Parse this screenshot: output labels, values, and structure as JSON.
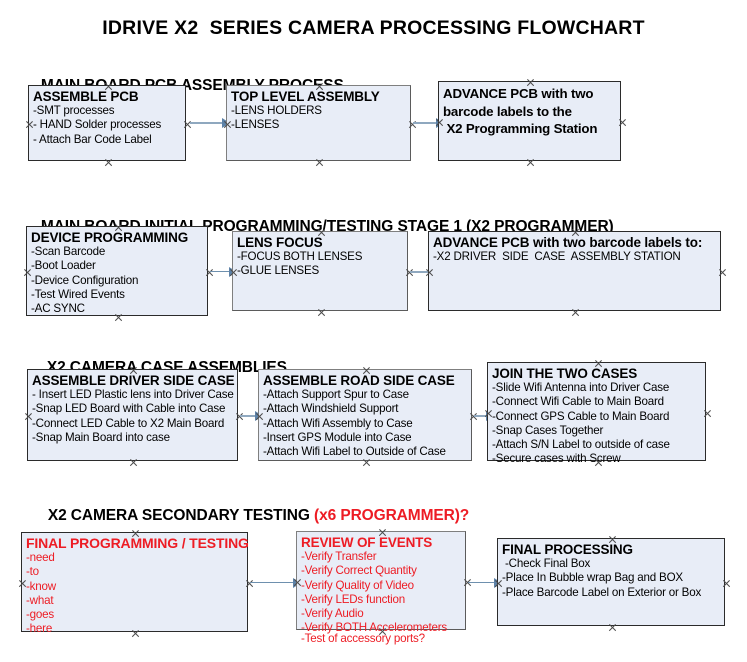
{
  "document": {
    "title": "IDRIVE X2  SERIES CAMERA PROCESSING FLOWCHART"
  },
  "colors": {
    "box_fill": "#e8edf7",
    "box_border": "#2b2b2b",
    "accent_red": "#ed1c24",
    "arrow": "#8fa8bf",
    "arrow_head": "#5d82a8",
    "text": "#000000"
  },
  "sections": [
    {
      "id": "main-board-pcb-assembly",
      "heading": "MAIN BOARD PCB ASSEMBLY PROCESS",
      "heading_accent": "",
      "boxes": [
        {
          "id": "assemble-pcb",
          "title": "ASSEMBLE PCB",
          "lines": [
            "-SMT processes",
            "- HAND Solder processes",
            "- Attach Bar Code Label"
          ]
        },
        {
          "id": "top-level-assembly",
          "title": "TOP LEVEL ASSEMBLY",
          "lines": [
            "-LENS HOLDERS",
            "-LENSES"
          ]
        },
        {
          "id": "advance-pcb-to-x2-programming-station",
          "title": "ADVANCE PCB with two",
          "lines": [
            "barcode labels to the",
            " X2 Programming Station"
          ]
        }
      ]
    },
    {
      "id": "main-board-initial-programming",
      "heading": "MAIN BOARD INITIAL PROGRAMMING/TESTING STAGE 1 (X2 PROGRAMMER)",
      "heading_accent": "",
      "boxes": [
        {
          "id": "device-programming",
          "title": "DEVICE PROGRAMMING",
          "lines": [
            "-Scan Barcode",
            "-Boot Loader",
            "-Device Configuration",
            "-Test Wired Events",
            "-AC SYNC"
          ]
        },
        {
          "id": "lens-focus",
          "title": "LENS FOCUS",
          "lines": [
            "-FOCUS BOTH LENSES",
            "-GLUE LENSES"
          ]
        },
        {
          "id": "advance-pcb-to-driver-side-case-station",
          "title": "ADVANCE PCB with two barcode labels to:",
          "lines": [
            "-X2 DRIVER  SIDE  CASE  ASSEMBLY STATION"
          ]
        }
      ]
    },
    {
      "id": "x2-camera-case-assemblies",
      "heading": "X2 CAMERA CASE ASSEMBLIES",
      "heading_accent": "",
      "boxes": [
        {
          "id": "assemble-driver-side-case",
          "title": "ASSEMBLE DRIVER SIDE CASE",
          "lines": [
            "- Insert LED Plastic lens into Driver Case",
            "-Snap LED Board with Cable into Case",
            "-Connect LED Cable to X2 Main Board",
            "-Snap Main Board into case"
          ]
        },
        {
          "id": "assemble-road-side-case",
          "title": "ASSEMBLE ROAD SIDE CASE",
          "lines": [
            "-Attach Support Spur to Case",
            "-Attach Windshield Support",
            "-Attach Wifi Assembly to Case",
            "-Insert GPS Module into Case",
            "-Attach Wifi Label to Outside of Case"
          ]
        },
        {
          "id": "join-the-two-cases",
          "title": "JOIN THE TWO CASES",
          "lines": [
            "-Slide Wifi Antenna into Driver Case",
            "-Connect Wifi Cable to Main Board",
            "-Connect GPS Cable to Main Board",
            "-Snap Cases Together",
            "-Attach S/N Label to outside of case",
            "-Secure cases with Screw"
          ]
        }
      ]
    },
    {
      "id": "x2-camera-secondary-testing",
      "heading": "X2 CAMERA SECONDARY TESTING ",
      "heading_accent": "(x6 PROGRAMMER)?",
      "boxes": [
        {
          "id": "final-programming-testing",
          "title": "FINAL PROGRAMMING / TESTING",
          "lines": [
            "-need",
            "-to",
            "-know",
            "-what",
            "-goes",
            "-here"
          ]
        },
        {
          "id": "review-of-events",
          "title": "REVIEW OF EVENTS",
          "lines": [
            "-Verify Transfer",
            "-Verify Correct Quantity",
            "-Verify Quality of Video",
            "-Verify LEDs function",
            "-Verify Audio",
            "-Verify BOTH Accelerometers"
          ],
          "overflow_line": "-Test of accessory ports?"
        },
        {
          "id": "final-processing",
          "title": "FINAL PROCESSING",
          "lines": [
            " -Check Final Box",
            "-Place In Bubble wrap Bag and BOX",
            "-Place Barcode Label on Exterior or Box"
          ]
        }
      ]
    }
  ]
}
